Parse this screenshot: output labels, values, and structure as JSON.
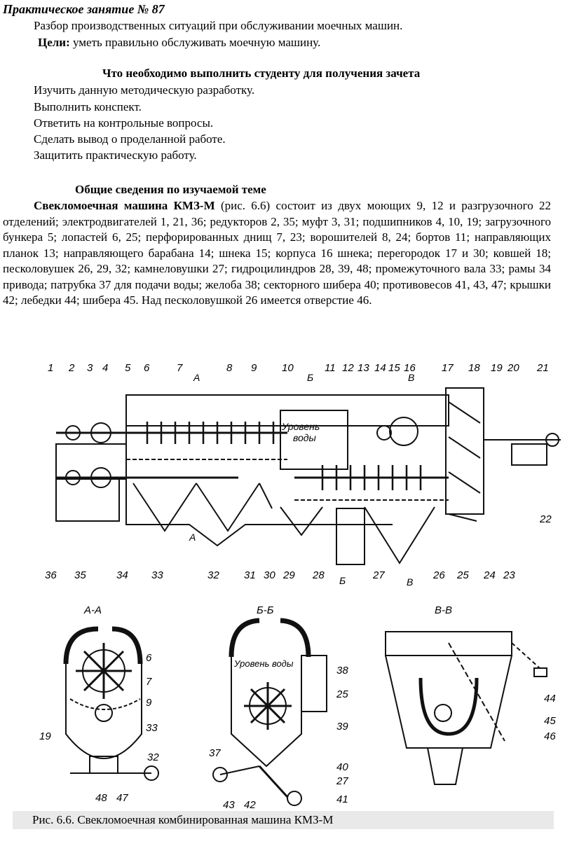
{
  "header": {
    "title": "Практическое занятие № 87",
    "subtitle": "Разбор производственных ситуаций при обслуживании  моечных машин.",
    "goals_label": "Цели:",
    "goals_text": " уметь правильно обслуживать моечную машину."
  },
  "tasks": {
    "heading": "Что необходимо выполнить студенту для получения зачета",
    "items": [
      "Изучить данную методическую разработку.",
      "Выполнить конспект.",
      "Ответить на контрольные вопросы.",
      "Сделать вывод о проделанной работе.",
      "Защитить практическую работу."
    ]
  },
  "general": {
    "heading": "Общие сведения по изучаемой теме",
    "lead": "Свекломоечная машина КМЗ-М",
    "body": " (рис. 6.6) состоит из двух моющих 9, 12 и разгрузочного 22 отделений; электродвигателей 1, 21, 36; редукторов 2, 35; муфт 3, 31; подшипников 4, 10, 19; загрузочного бункера 5; лопастей 6, 25; перфорированных днищ 7, 23; ворошителей 8, 24; бортов 11; направляющих планок 13; направляющего барабана 14; шнека 15; корпуса 16 шнека; перегородок 17 и 30; ковшей 18; песколовушек 26, 29, 32; камнеловушки 27; гидроцилиндров 28, 39, 48; промежуточного вала 33; рамы 34 привода; патрубка 37 для подачи воды; желоба 38; секторного шибера 40; противовесов 41, 43, 47; крышки 42; лебедки 44; шибера 45. Над песколовушкой 26 имеется отверстие 46."
  },
  "figure": {
    "top_numbers": [
      "1",
      "2",
      "3",
      "4",
      "5",
      "6",
      "7",
      "8",
      "9",
      "10",
      "11",
      "12",
      "13",
      "14",
      "15",
      "16",
      "17",
      "18",
      "19",
      "20",
      "21"
    ],
    "bottom_numbers": [
      "36",
      "35",
      "34",
      "33",
      "32",
      "31",
      "30",
      "29",
      "28",
      "27",
      "26",
      "25",
      "24",
      "23"
    ],
    "right_number": "22",
    "section_marks": [
      "А",
      "Б",
      "В"
    ],
    "water_level": [
      "Уровень",
      "воды"
    ],
    "sections": {
      "aa": {
        "title": "А-А",
        "labels": [
          "6",
          "7",
          "9",
          "33",
          "32",
          "19",
          "48",
          "47"
        ]
      },
      "bb": {
        "title": "Б-Б",
        "water_level": "Уровень воды",
        "labels": [
          "38",
          "25",
          "39",
          "40",
          "37",
          "27",
          "41",
          "43",
          "42"
        ]
      },
      "vv": {
        "title": "В-В",
        "labels": [
          "44",
          "45",
          "46"
        ]
      }
    }
  },
  "caption": "Рис. 6.6. Свекломоечная комбинированная машина КМЗ-М"
}
